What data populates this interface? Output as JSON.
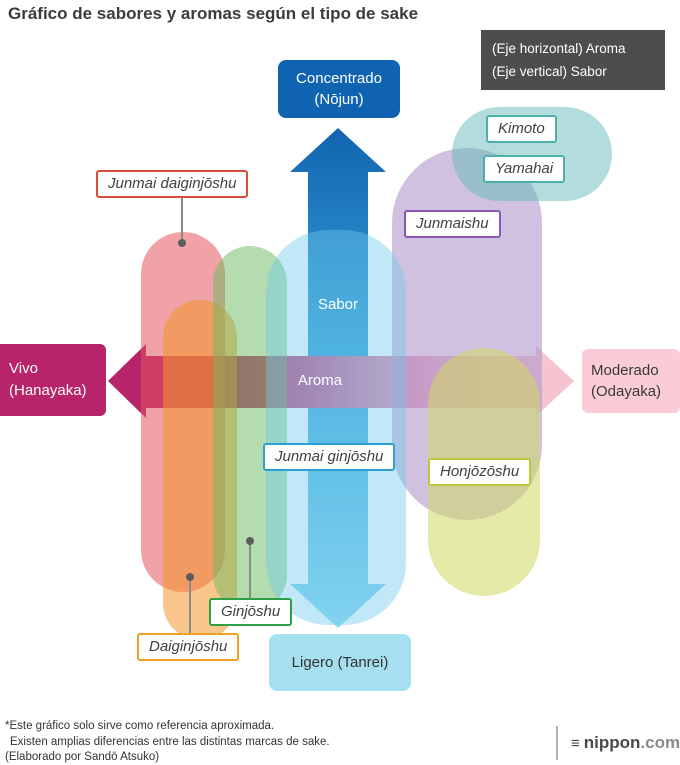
{
  "title": "Gráfico de sabores y aromas según el tipo de sake",
  "legend": {
    "horizontal": "(Eje horizontal) Aroma",
    "vertical": "(Eje vertical) Sabor"
  },
  "axes": {
    "top_line1": "Concentrado",
    "top_line2": "(Nōjun)",
    "bottom": "Ligero (Tanrei)",
    "left_line1": "Vivo",
    "left_line2": "(Hanayaka)",
    "right_line1": "Moderado",
    "right_line2": "(Odayaka)",
    "vertical_axis_word": "Sabor",
    "horizontal_axis_word": "Aroma"
  },
  "sake_labels": {
    "junmai_daiginjoshu": "Junmai daiginjōshu",
    "daiginjoshu": "Daiginjōshu",
    "ginjoshu": "Ginjōshu",
    "junmai_ginjoshu": "Junmai ginjōshu",
    "junmaishu": "Junmaishu",
    "honjozoshu": "Honjōzōshu",
    "kimoto": "Kimoto",
    "yamahai": "Yamahai"
  },
  "colors": {
    "axis_blue": "#0f63b0",
    "vivid_magenta": "#b7246a",
    "soft_pink": "#f6c3d0",
    "light_cyan": "#a5dff0",
    "legend_bg": "#4d4d4d",
    "label_red": "#d84c38",
    "label_orange": "#f0a125",
    "label_green": "#2f9e48",
    "label_blue": "#2b9fd6",
    "label_purple": "#8a56ba",
    "label_yellow_green": "#b8c93c",
    "label_teal": "#4db1ab"
  },
  "footnotes": {
    "line1": "*Este gráfico solo sirve como referencia aproximada.",
    "line2": "Existen amplias diferencias entre las distintas marcas de sake.",
    "line3": "(Elaborado por Sandō Atsuko)"
  },
  "logo": {
    "name": "nippon",
    "tld": ".com"
  }
}
